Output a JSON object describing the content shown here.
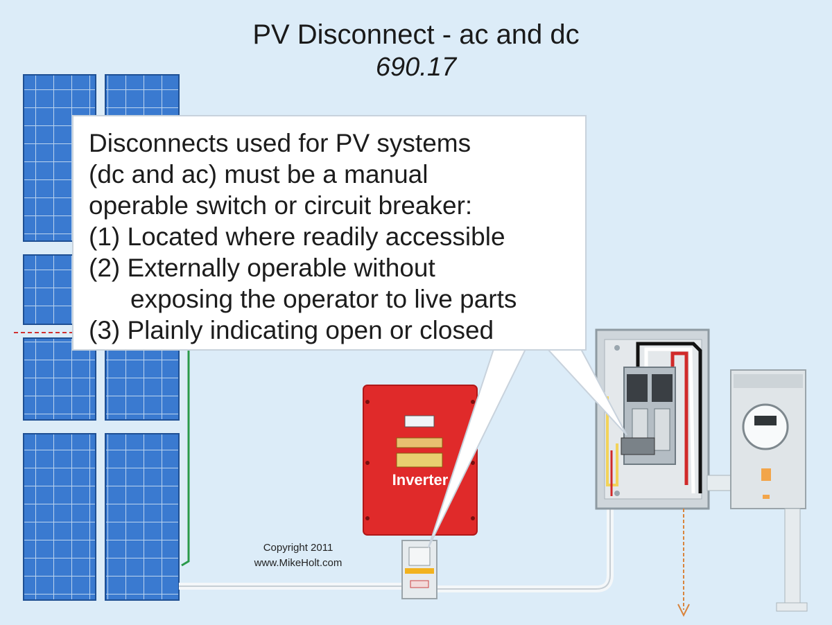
{
  "title": "PV Disconnect - ac and dc",
  "subtitle": "690.17",
  "callout": {
    "lines": [
      "Disconnects used for PV systems",
      "(dc and ac) must be a manual",
      "operable switch or circuit breaker:",
      "(1) Located where readily accessible",
      "(2) Externally operable without",
      "exposing the operator to live parts",
      "(3) Plainly indicating open or closed"
    ]
  },
  "inverter_label": "Inverter",
  "copyright": {
    "line1": "Copyright 2011",
    "line2": "www.MikeHolt.com"
  },
  "colors": {
    "background": "#dcecf8",
    "panel_blue": "#2f6fc4",
    "inverter_red": "#e02a2a",
    "enclosure_gray": "#cfd6db"
  }
}
